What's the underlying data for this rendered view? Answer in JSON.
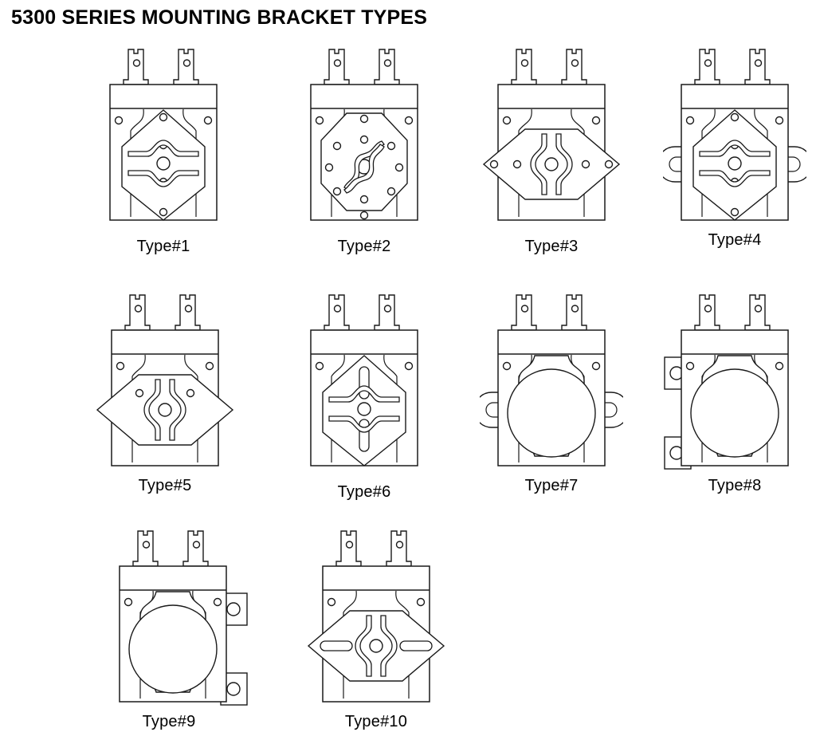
{
  "page": {
    "title": "5300 SERIES MOUNTING BRACKET TYPES",
    "background_color": "#ffffff",
    "line_color": "#1a1a1a",
    "drawing_style": "line-drawing"
  },
  "figures": [
    {
      "id": "type-1",
      "label": "Type#1",
      "row": 1,
      "col": 1,
      "bracket_shape": "diamond-hexagon",
      "center_feature": "circle-with-double-arc-slots",
      "terminal_tabs": 2,
      "body_corner_holes": 2,
      "plate_axis_holes": 3,
      "side_ears": "none",
      "extra_slots": "none"
    },
    {
      "id": "type-2",
      "label": "Type#2",
      "row": 1,
      "col": 2,
      "bracket_shape": "octagon",
      "center_feature": "circle-with-s-curve-slots",
      "terminal_tabs": 2,
      "body_corner_holes": 2,
      "plate_axis_holes": 8,
      "side_ears": "none",
      "extra_slots": "none"
    },
    {
      "id": "type-3",
      "label": "Type#3",
      "row": 1,
      "col": 3,
      "bracket_shape": "wide-hexagon",
      "center_feature": "circle-with-vertical-wave-slots",
      "terminal_tabs": 2,
      "body_corner_holes": 2,
      "plate_axis_holes": 4,
      "side_ears": "none",
      "extra_slots": "none"
    },
    {
      "id": "type-4",
      "label": "Type#4",
      "row": 1,
      "col": 4,
      "bracket_shape": "diamond-hexagon",
      "center_feature": "circle-with-double-arc-slots",
      "terminal_tabs": 2,
      "body_corner_holes": 2,
      "plate_axis_holes": 3,
      "side_ears": "oval-loop-both-sides",
      "extra_slots": "none"
    },
    {
      "id": "type-5",
      "label": "Type#5",
      "row": 2,
      "col": 1,
      "bracket_shape": "wide-hexagon",
      "center_feature": "circle-with-vertical-wave-slots",
      "terminal_tabs": 2,
      "body_corner_holes": 2,
      "plate_axis_holes": 2,
      "side_ears": "none",
      "extra_slots": "none"
    },
    {
      "id": "type-6",
      "label": "Type#6",
      "row": 2,
      "col": 2,
      "bracket_shape": "diamond-hexagon",
      "center_feature": "circle-with-double-arc-slots",
      "terminal_tabs": 2,
      "body_corner_holes": 2,
      "plate_axis_holes": 0,
      "side_ears": "none",
      "extra_slots": "two-vertical-elongated-slots"
    },
    {
      "id": "type-7",
      "label": "Type#7",
      "row": 2,
      "col": 3,
      "bracket_shape": "rounded-shroud",
      "center_feature": "large-plain-circle",
      "terminal_tabs": 2,
      "body_corner_holes": 2,
      "plate_axis_holes": 0,
      "side_ears": "oval-loop-both-sides",
      "extra_slots": "none"
    },
    {
      "id": "type-8",
      "label": "Type#8",
      "row": 2,
      "col": 4,
      "bracket_shape": "rounded-shroud",
      "center_feature": "large-plain-circle",
      "terminal_tabs": 2,
      "body_corner_holes": 2,
      "plate_axis_holes": 0,
      "side_ears": "rectangular-flanges-left",
      "extra_slots": "none"
    },
    {
      "id": "type-9",
      "label": "Type#9",
      "row": 3,
      "col": 1,
      "bracket_shape": "rounded-shroud",
      "center_feature": "large-plain-circle",
      "terminal_tabs": 2,
      "body_corner_holes": 2,
      "plate_axis_holes": 0,
      "side_ears": "rectangular-flanges-right",
      "extra_slots": "none"
    },
    {
      "id": "type-10",
      "label": "Type#10",
      "row": 3,
      "col": 2,
      "bracket_shape": "wide-hexagon",
      "center_feature": "circle-with-vertical-wave-slots",
      "terminal_tabs": 2,
      "body_corner_holes": 2,
      "plate_axis_holes": 0,
      "side_ears": "none",
      "extra_slots": "two-horizontal-elongated-slots"
    }
  ]
}
